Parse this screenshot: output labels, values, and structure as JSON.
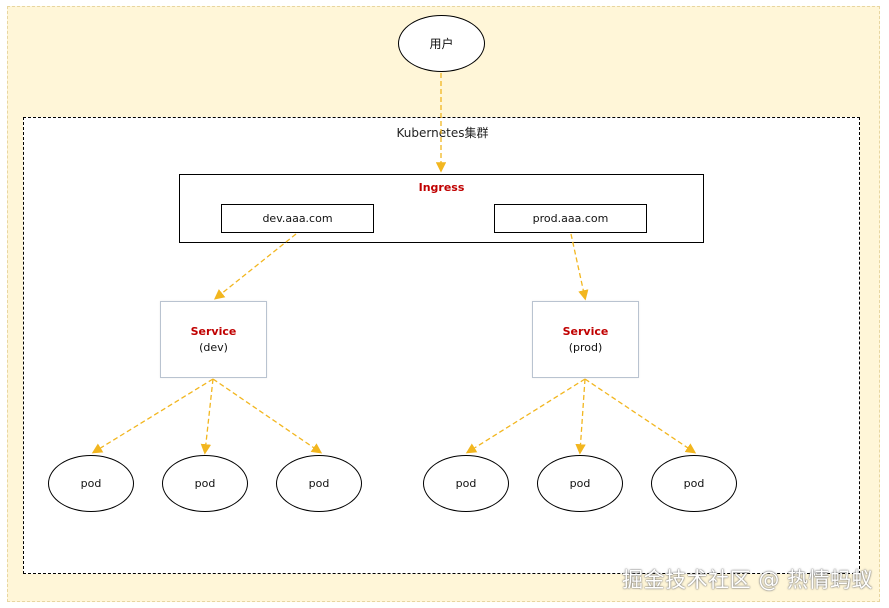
{
  "user": {
    "label": "用户"
  },
  "cluster": {
    "label": "Kubernetes集群"
  },
  "ingress": {
    "title": "Ingress",
    "hosts": [
      "dev.aaa.com",
      "prod.aaa.com"
    ]
  },
  "services": [
    {
      "title": "Service",
      "env": "(dev)"
    },
    {
      "title": "Service",
      "env": "(prod)"
    }
  ],
  "pods": [
    "pod",
    "pod",
    "pod",
    "pod",
    "pod",
    "pod"
  ],
  "watermark": "掘金技术社区 @ 热情蚂蚁",
  "colors": {
    "background": "#fff6d8",
    "arrow": "#f2b61f",
    "title_red": "#c00000"
  }
}
